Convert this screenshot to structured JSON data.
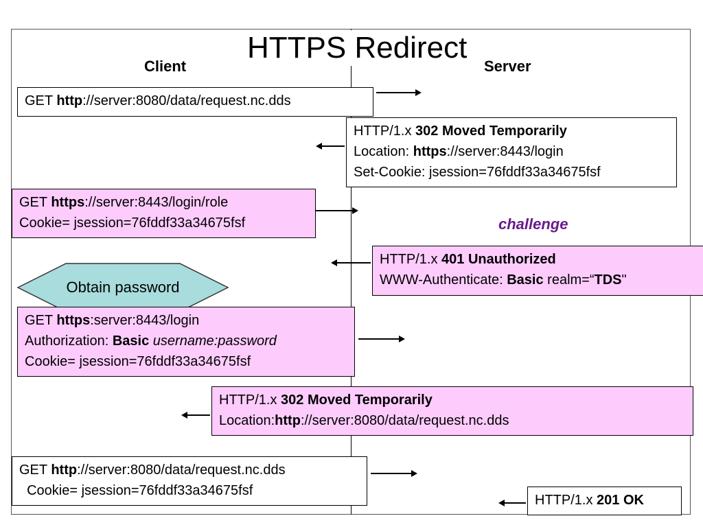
{
  "title": "HTTPS Redirect",
  "client_label": "Client",
  "server_label": "Server",
  "challenge_label": "challenge",
  "obtain_password": "Obtain password",
  "colors": {
    "pink_box": "#fdccfd",
    "hexagon": "#a9dcdc",
    "challenge_text": "#6a1a8a"
  },
  "messages": {
    "m1": {
      "l1": {
        "a": "GET ",
        "b": "http",
        "c": "://server:8080/data/request.nc.dds"
      }
    },
    "m2": {
      "l1": {
        "a": "HTTP/1.x ",
        "b": "302 Moved Temporarily"
      },
      "l2": {
        "a": "Location: ",
        "b": "https",
        "c": "://server:8443/login"
      },
      "l3": {
        "a": "Set-Cookie: jsession=76fddf33a34675fsf"
      }
    },
    "m3": {
      "l1": {
        "a": "GET ",
        "b": "https",
        "c": "://server:8443/login/role"
      },
      "l2": {
        "a": "Cookie= jsession=76fddf33a34675fsf"
      }
    },
    "m4": {
      "l1": {
        "a": "HTTP/1.x ",
        "b": "401 Unauthorized"
      },
      "l2": {
        "a": "WWW-Authenticate: ",
        "b": "Basic",
        "c": " realm=“",
        "d": "TDS",
        "e": "\""
      }
    },
    "m5": {
      "l1": {
        "a": "GET ",
        "b": "https",
        "c": ":server:8443/login"
      },
      "l2": {
        "a": "Authorization: ",
        "b": "Basic",
        "c": " ",
        "d": "username:password"
      },
      "l3": {
        "a": "Cookie= jsession=76fddf33a34675fsf"
      }
    },
    "m6": {
      "l1": {
        "a": "HTTP/1.x ",
        "b": "302 Moved Temporarily"
      },
      "l2": {
        "a": "Location:",
        "b": "http",
        "c": "://server:8080/data/request.nc.dds"
      }
    },
    "m7": {
      "l1": {
        "a": "GET ",
        "b": "http",
        "c": "://server:8080/data/request.nc.dds"
      },
      "l2": {
        "a": "  Cookie= jsession=76fddf33a34675fsf"
      }
    },
    "m8": {
      "l1": {
        "a": "HTTP/1.x ",
        "b": "201 OK"
      }
    }
  }
}
